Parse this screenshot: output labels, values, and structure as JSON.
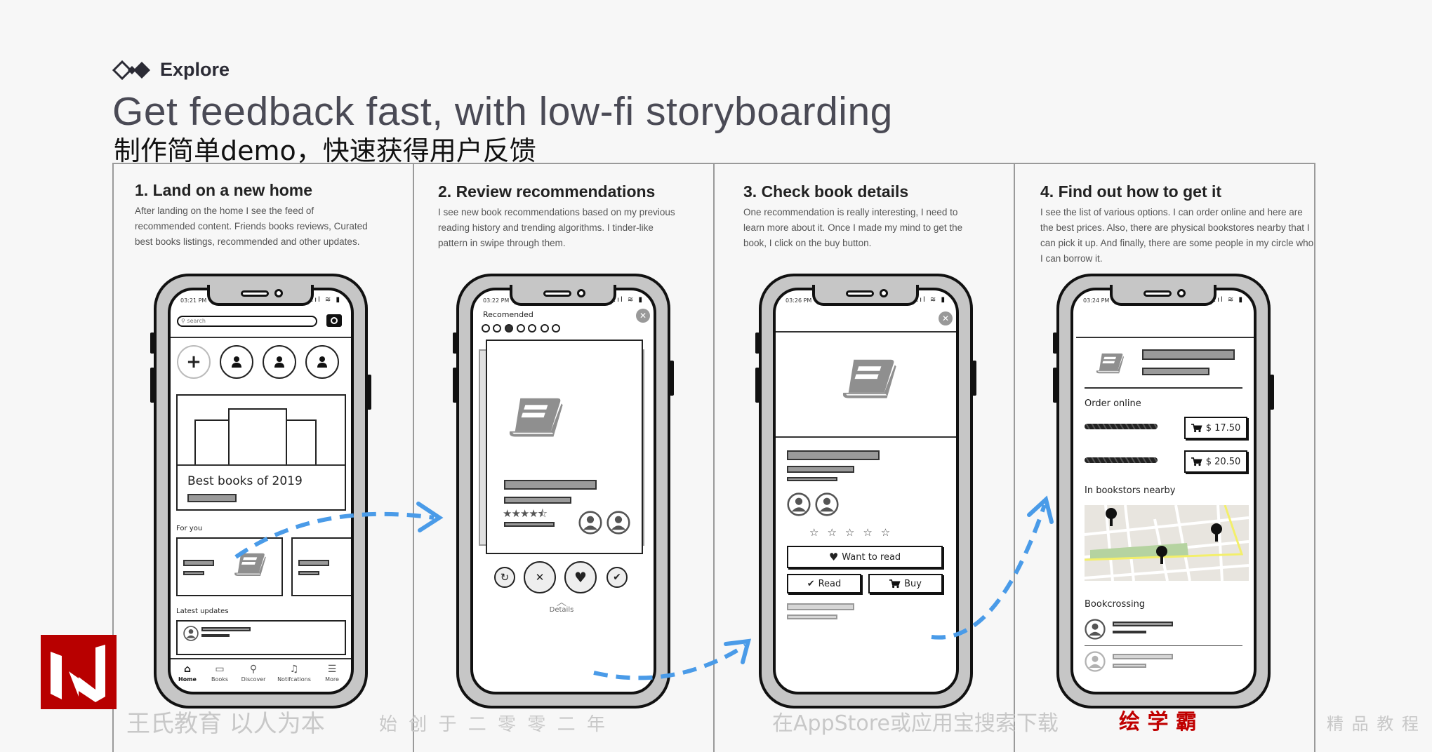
{
  "header": {
    "brand": "Explore",
    "title": "Get feedback fast, with low-fi storyboarding",
    "subtitle": "制作简单demo，快速获得用户反馈"
  },
  "steps": [
    {
      "title": "1. Land on a new home",
      "desc": "After landing on the home I see the feed of recommended content. Friends books reviews, Curated best books listings, recommended and other updates."
    },
    {
      "title": "2. Review recommendations",
      "desc": "I see new book recommendations based on my previous reading history and trending algorithms. I tinder-like pattern in swipe through them."
    },
    {
      "title": "3. Check book details",
      "desc": "One recommendation is really interesting, I need to learn more about it. Once I made my mind to get the book, I click on the buy button."
    },
    {
      "title": "4. Find out how to get it",
      "desc": "I see the list of various options. I can order online and here are the best prices. Also, there are physical bookstores nearby that I can pick it up. And finally, there are some people in my circle who I can borrow it."
    }
  ],
  "phone1": {
    "time": "03:21 PM",
    "search_placeholder": "search",
    "banner_title": "Best books of 2019",
    "for_you": "For you",
    "latest_updates": "Latest updates",
    "tabs": [
      "Home",
      "Books",
      "Discover",
      "Notifcations",
      "More"
    ]
  },
  "phone2": {
    "time": "03:22 PM",
    "title": "Recomended",
    "page_index": 3,
    "page_count": 7,
    "rating": 4.5,
    "details": "Details"
  },
  "phone3": {
    "time": "03:26 PM",
    "rating": 0,
    "want_to_read": "Want to read",
    "read": "Read",
    "buy": "Buy"
  },
  "phone4": {
    "time": "03:24 PM",
    "order_online": "Order online",
    "prices": [
      "$ 17.50",
      "$ 20.50"
    ],
    "nearby": "In bookstors nearby",
    "bookcrossing": "Bookcrossing"
  },
  "watermark": {
    "line1": "王氏教育 以人为本",
    "line2": "始 创 于 二 零 零 二 年",
    "line3": "精 品 教 程",
    "brand": "绘 学 霸",
    "line4": "在AppStore或应用宝搜索下载"
  },
  "colors": {
    "arrow": "#4a9be8",
    "watermark_red": "#b80000",
    "map_green": "#b5d3a0",
    "map_yellow": "#f3ef6a"
  }
}
